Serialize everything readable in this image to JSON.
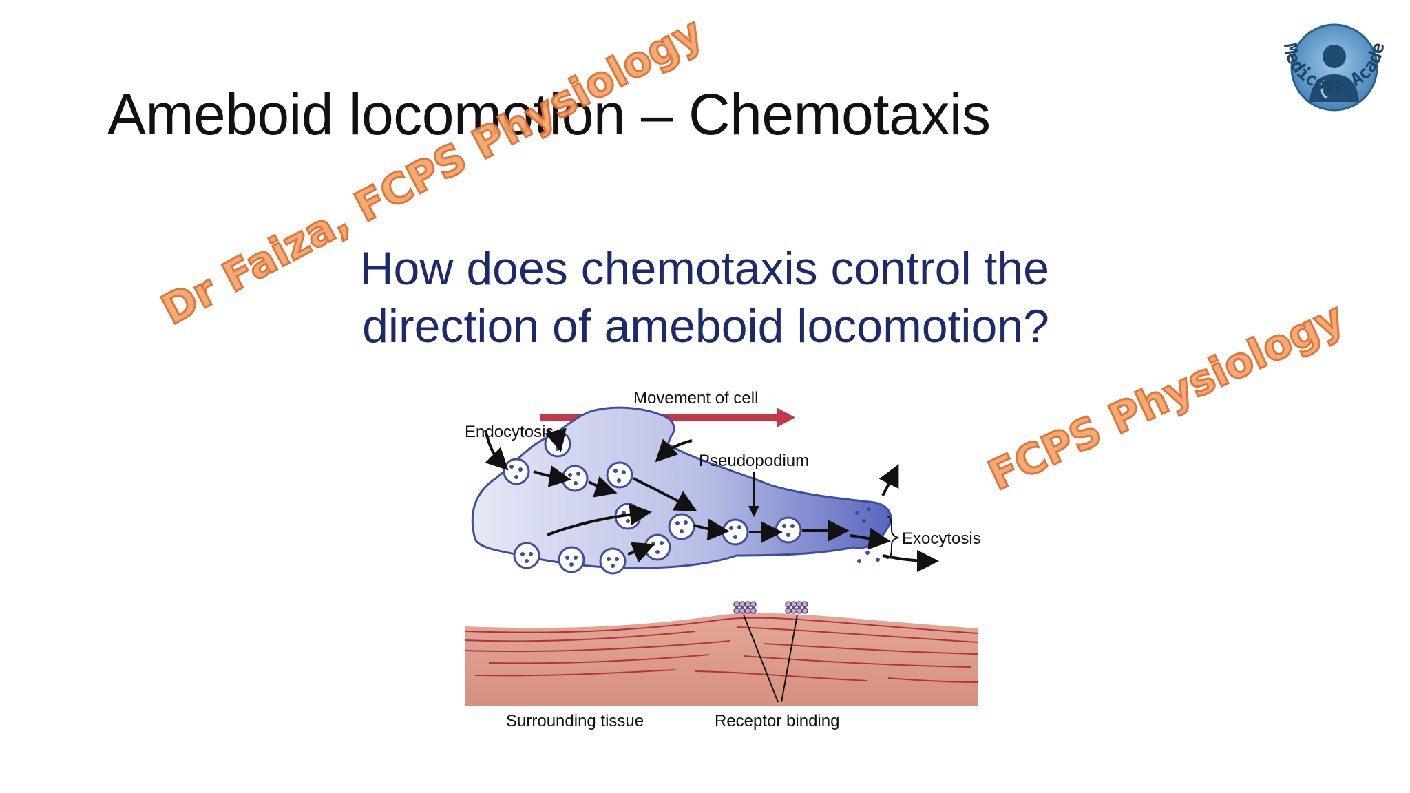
{
  "slide": {
    "title": "Ameboid locomotion – Chemotaxis",
    "question_line1": "How does chemotaxis control the",
    "question_line2": "direction of ameboid locomotion?"
  },
  "figure": {
    "movement_label": "Movement of cell",
    "endocytosis_label": "Endocytosis",
    "pseudopodium_label": "Pseudopodium",
    "exocytosis_label": "Exocytosis",
    "surrounding_tissue_label": "Surrounding tissue",
    "receptor_binding_label": "Receptor binding"
  },
  "watermarks": {
    "primary": "Dr Faiza, FCPS Physiology",
    "secondary": "FCPS Physiology"
  },
  "logo": {
    "name": "Medicose Academics"
  },
  "colors": {
    "title": "#111111",
    "question": "#1c2a6b",
    "arrow_red": "#c23a4a",
    "cell_fill": "#c9cdea",
    "cell_edge": "#3f4da0",
    "tissue": "#d99a8a",
    "watermark": "#f2a46b"
  }
}
